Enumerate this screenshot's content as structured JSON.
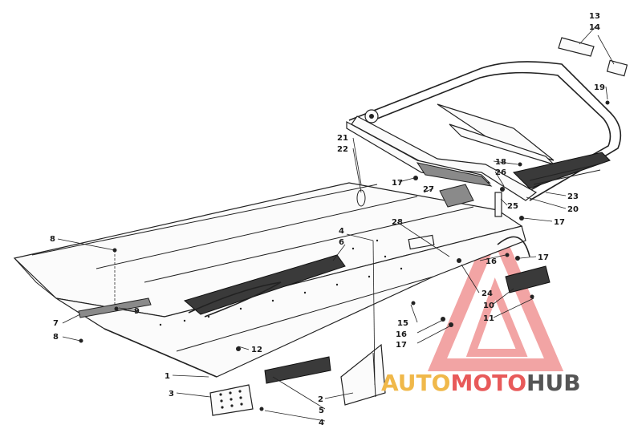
{
  "callouts": [
    {
      "id": "c1",
      "label": "1"
    },
    {
      "id": "c2",
      "label": "2"
    },
    {
      "id": "c3",
      "label": "3"
    },
    {
      "id": "c4a",
      "label": "4"
    },
    {
      "id": "c4b",
      "label": "4"
    },
    {
      "id": "c5",
      "label": "5"
    },
    {
      "id": "c6",
      "label": "6"
    },
    {
      "id": "c7",
      "label": "7"
    },
    {
      "id": "c8a",
      "label": "8"
    },
    {
      "id": "c8b",
      "label": "8"
    },
    {
      "id": "c9",
      "label": "9"
    },
    {
      "id": "c10",
      "label": "10"
    },
    {
      "id": "c11",
      "label": "11"
    },
    {
      "id": "c12",
      "label": "12"
    },
    {
      "id": "c13",
      "label": "13"
    },
    {
      "id": "c14",
      "label": "14"
    },
    {
      "id": "c15",
      "label": "15"
    },
    {
      "id": "c16a",
      "label": "16"
    },
    {
      "id": "c16b",
      "label": "16"
    },
    {
      "id": "c17a",
      "label": "17"
    },
    {
      "id": "c17b",
      "label": "17"
    },
    {
      "id": "c17c",
      "label": "17"
    },
    {
      "id": "c17d",
      "label": "17"
    },
    {
      "id": "c18",
      "label": "18"
    },
    {
      "id": "c19",
      "label": "19"
    },
    {
      "id": "c20",
      "label": "20"
    },
    {
      "id": "c21",
      "label": "21"
    },
    {
      "id": "c22",
      "label": "22"
    },
    {
      "id": "c23",
      "label": "23"
    },
    {
      "id": "c24",
      "label": "24"
    },
    {
      "id": "c25",
      "label": "25"
    },
    {
      "id": "c26",
      "label": "26"
    },
    {
      "id": "c27",
      "label": "27"
    },
    {
      "id": "c28",
      "label": "28"
    }
  ],
  "watermark": {
    "part1": "AUTO",
    "part2": "MOTO",
    "part3": "HUB",
    "colors": {
      "part1": "#f0b84a",
      "part2": "#e85a5a",
      "part3": "#555555"
    }
  }
}
